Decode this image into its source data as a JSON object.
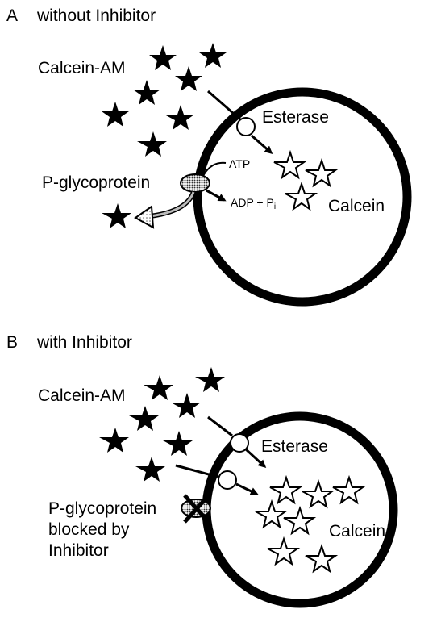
{
  "panel_a": {
    "letter": "A",
    "title": "without Inhibitor",
    "calcein_am": "Calcein-AM",
    "esterase": "Esterase",
    "pgp": "P-glycoprotein",
    "atp": "ATP",
    "adp": "ADP + P",
    "pi_sub": "i",
    "calcein": "Calcein"
  },
  "panel_b": {
    "letter": "B",
    "title": "with Inhibitor",
    "calcein_am": "Calcein-AM",
    "esterase": "Esterase",
    "pgp_line1": "P-glycoprotein",
    "pgp_line2": "blocked by",
    "pgp_line3": "Inhibitor",
    "calcein": "Calcein"
  }
}
